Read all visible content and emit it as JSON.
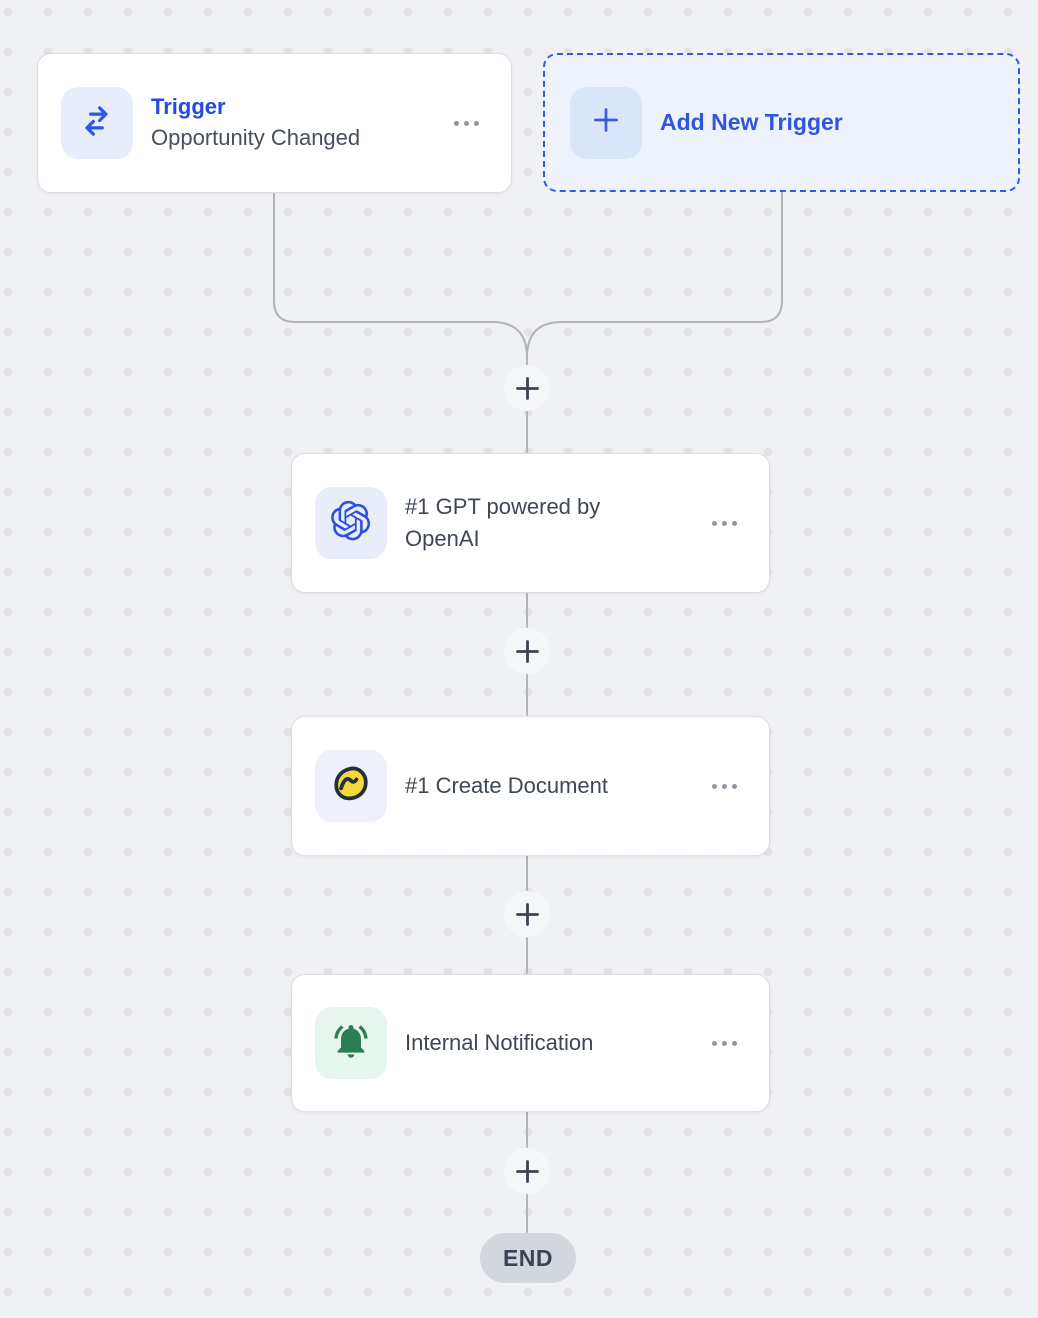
{
  "workflow": {
    "trigger_card": {
      "title": "Trigger",
      "subtitle": "Opportunity Changed",
      "icon": "swap-arrows-icon"
    },
    "add_trigger": {
      "label": "Add New Trigger",
      "icon": "plus-icon"
    },
    "nodes": [
      {
        "title": "#1 GPT powered by OpenAI",
        "icon": "openai-icon"
      },
      {
        "title": "#1 Create Document",
        "icon": "basecamp-document-icon"
      },
      {
        "title": "Internal Notification",
        "icon": "notification-bell-icon"
      }
    ],
    "end_label": "END"
  },
  "colors": {
    "accent_blue": "#2b53e0",
    "node_text": "#3e4854",
    "connector_line": "#b0b3b9",
    "canvas_bg": "#f0f1f4",
    "canvas_dot": "#e3e3e1",
    "trigger_tile_bg": "#e8edfb",
    "add_tile_bg": "#d9e5f8",
    "document_yellow": "#f5d73e",
    "notification_green": "#2a7d55",
    "end_pill_bg": "#d3d7de"
  }
}
